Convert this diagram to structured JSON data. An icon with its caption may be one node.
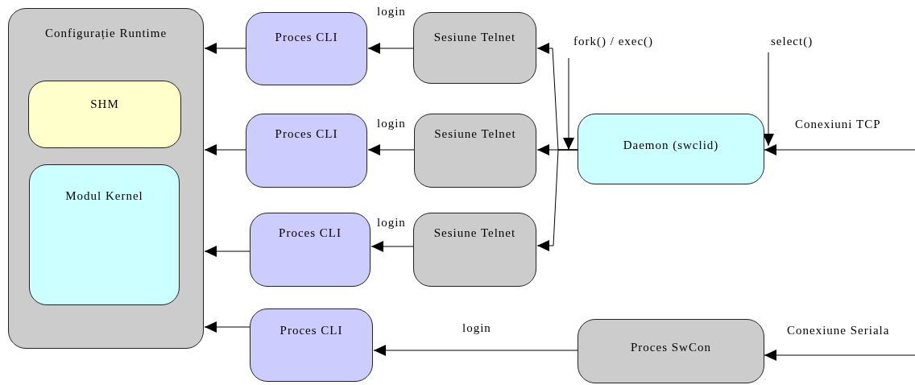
{
  "diagram": {
    "nodes": [
      {
        "text": [
          "Configurație Runtime"
        ]
      },
      {
        "text": [
          "SHM"
        ],
        "in": 0
      },
      {
        "text": [
          "Modul Kernel"
        ],
        "in": 0
      },
      {
        "text": [
          "Proces CLI"
        ]
      },
      {
        "text": [
          "Sesiune Telnet"
        ]
      },
      {
        "text": [
          "Proces CLI"
        ]
      },
      {
        "text": [
          "Sesiune Telnet"
        ]
      },
      {
        "text": [
          "Proces CLI"
        ]
      },
      {
        "text": [
          "Sesiune Telnet"
        ]
      },
      {
        "text": [
          "Proces CLI"
        ]
      },
      {
        "text": [
          "Daemon (swclid)"
        ]
      },
      {
        "text": [
          "Proces SwCon"
        ]
      }
    ],
    "edges": [
      {
        "from": 3,
        "to": 0,
        "arrow": "to"
      },
      {
        "from": 4,
        "to": 3,
        "arrow": "to",
        "label": "login"
      },
      {
        "from": 5,
        "to": 0,
        "arrow": "to"
      },
      {
        "from": 6,
        "to": 5,
        "arrow": "to",
        "label": "login"
      },
      {
        "from": 7,
        "to": 0,
        "arrow": "to"
      },
      {
        "from": 8,
        "to": 7,
        "arrow": "to",
        "label": "login"
      },
      {
        "from": 9,
        "to": 0,
        "arrow": "to"
      },
      {
        "from": 11,
        "to": 9,
        "arrow": "to",
        "label": "login"
      },
      {
        "from": 10,
        "to": 4,
        "arrow": "to"
      },
      {
        "from": 10,
        "to": 6,
        "arrow": "to"
      },
      {
        "from": 10,
        "to": 8,
        "arrow": "to"
      },
      {
        "from": null,
        "to": 10,
        "arrow": "to",
        "label": "Conexiuni TCP"
      },
      {
        "from": null,
        "to": 10,
        "arrow": "to",
        "label": "select()"
      },
      {
        "from": null,
        "to": 10,
        "arrow": "to",
        "label": "fork() / exec()"
      },
      {
        "from": null,
        "to": 11,
        "arrow": "to",
        "label": "Conexiune Seriala"
      }
    ]
  }
}
